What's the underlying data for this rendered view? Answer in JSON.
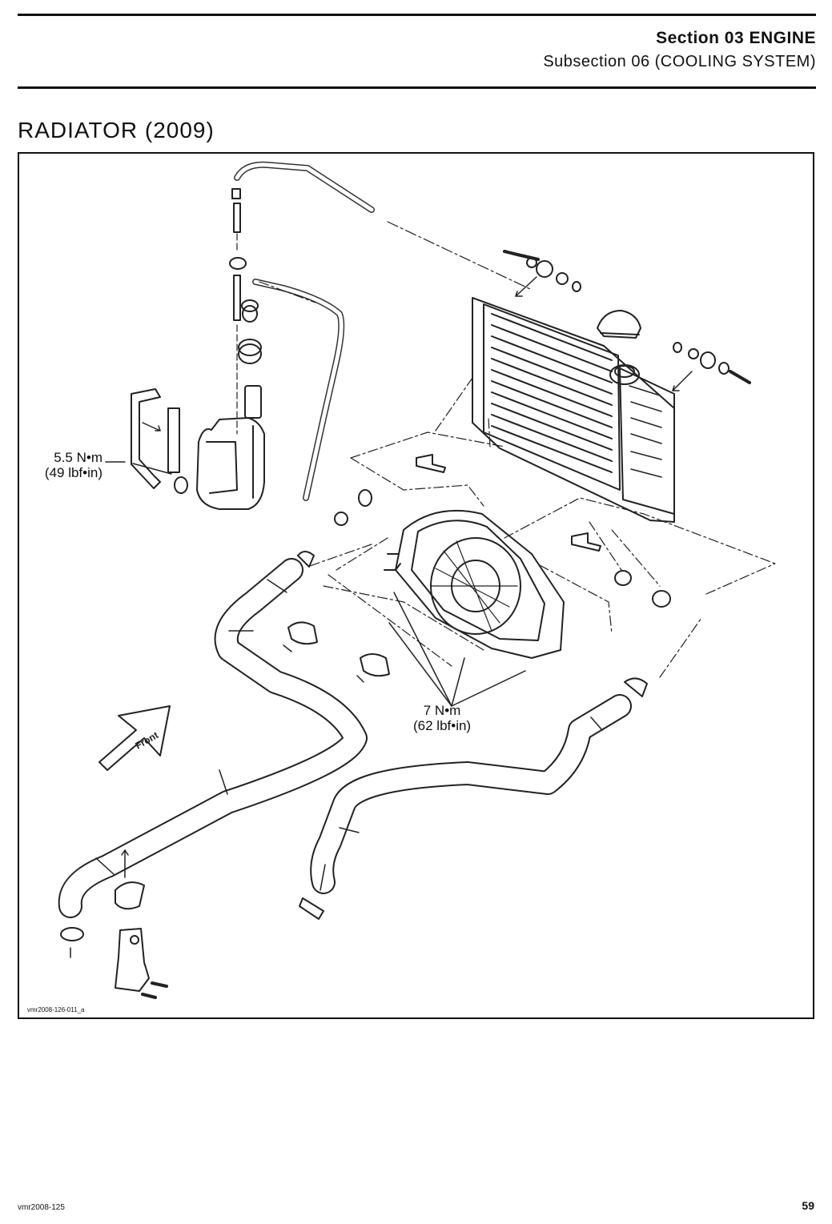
{
  "header": {
    "section": "Section 03 ENGINE",
    "subsection": "Subsection 06 (COOLING SYSTEM)"
  },
  "title": "RADIATOR (2009)",
  "figure": {
    "code": "vmr2008-126-011_a",
    "front_label": "Front",
    "torque_1": {
      "metric": "5.5 N•m",
      "imperial": "(49 lbf•in)"
    },
    "torque_2": {
      "metric": "7 N•m",
      "imperial": "(62 lbf•in)"
    }
  },
  "footer": {
    "doc_code": "vmr2008-125",
    "page_number": "59"
  }
}
